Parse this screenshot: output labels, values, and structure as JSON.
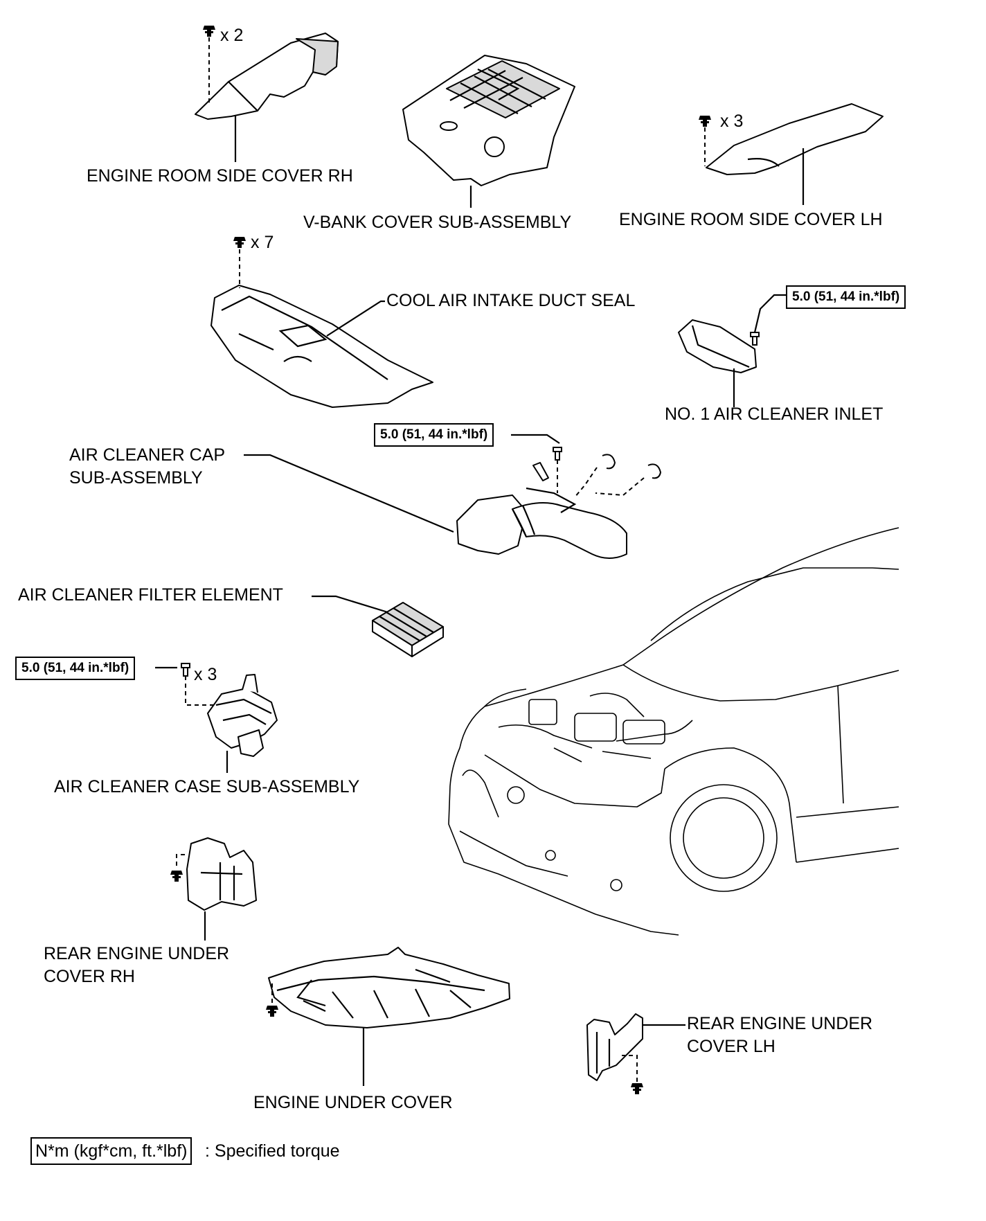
{
  "labels": {
    "engine_room_side_cover_rh": "ENGINE ROOM SIDE COVER RH",
    "v_bank_cover": "V-BANK COVER SUB-ASSEMBLY",
    "engine_room_side_cover_lh": "ENGINE ROOM SIDE COVER LH",
    "cool_air_intake_duct_seal": "COOL AIR INTAKE DUCT SEAL",
    "no1_air_cleaner_inlet": "NO. 1 AIR CLEANER INLET",
    "air_cleaner_cap_line1": "AIR CLEANER CAP",
    "air_cleaner_cap_line2": "SUB-ASSEMBLY",
    "air_cleaner_filter_element": "AIR CLEANER FILTER ELEMENT",
    "air_cleaner_case": "AIR CLEANER CASE SUB-ASSEMBLY",
    "rear_engine_under_cover_rh_line1": "REAR ENGINE UNDER",
    "rear_engine_under_cover_rh_line2": "COVER RH",
    "engine_under_cover": "ENGINE UNDER COVER",
    "rear_engine_under_cover_lh_line1": "REAR ENGINE UNDER",
    "rear_engine_under_cover_lh_line2": "COVER LH"
  },
  "counts": {
    "side_cover_rh_clips": "x 2",
    "side_cover_lh_clips": "x 3",
    "duct_seal_clips": "x 7",
    "case_bolts": "x 3"
  },
  "torque": {
    "inlet_bolt": "5.0 (51, 44 in.*lbf)",
    "cap_bolt": "5.0 (51, 44 in.*lbf)",
    "case_bolt": "5.0 (51, 44 in.*lbf)"
  },
  "legend": {
    "unit": "N*m (kgf*cm, ft.*lbf)",
    "description": ": Specified torque"
  },
  "icons": {
    "clip": "clip-icon",
    "bolt": "bolt-icon"
  }
}
